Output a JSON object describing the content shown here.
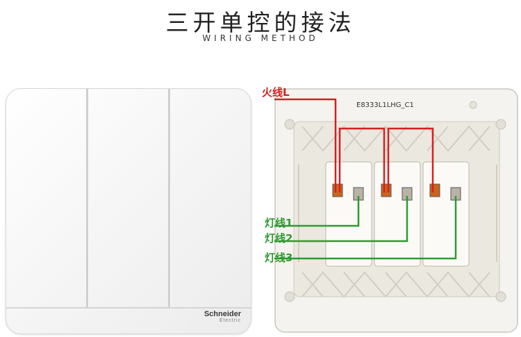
{
  "header": {
    "title": "三开单控的接法",
    "subtitle": "WIRING METHOD"
  },
  "front_panel": {
    "brand_name": "Schneider",
    "brand_sub": "Electric"
  },
  "back_panel": {
    "model_code": "E8333L1LHG_C1"
  },
  "labels": {
    "live": "火线L",
    "lamp1": "灯线1",
    "lamp2": "灯线2",
    "lamp3": "灯线3"
  },
  "colors": {
    "live_wire": "#d42020",
    "lamp_wire": "#2f9a2f"
  }
}
